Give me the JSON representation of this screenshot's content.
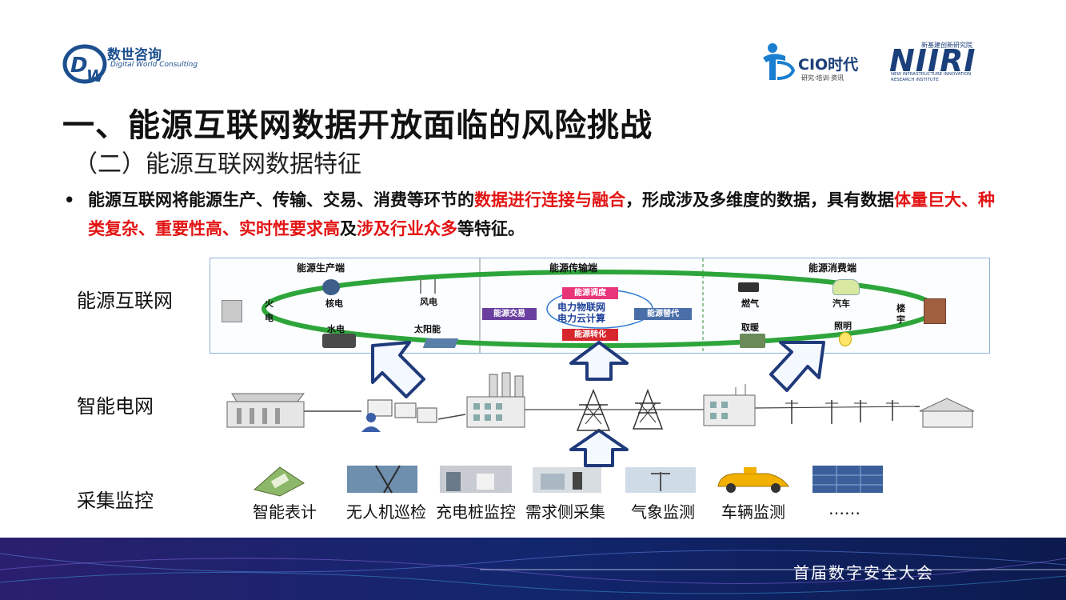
{
  "logos": {
    "dw": {
      "cn": "数世咨询",
      "en": "Digital World Consulting"
    },
    "cio": {
      "title": "CIO时代",
      "sub": "研究·培训·资讯"
    },
    "niiri": {
      "top": "新基建创新研究院",
      "mark": "NIIRI",
      "line1": "NEW INFRASTRUCTURE INNOVATION",
      "line2": "RESEARCH INSTITUTE"
    }
  },
  "title": "一、能源互联网数据开放面临的风险挑战",
  "subtitle": "（二）能源互联网数据特征",
  "bullet": {
    "dot": "•",
    "p1": "能源互联网将能源生产、传输、交易、消费等环节的",
    "r1": "数据进行连接与融合",
    "p2": "，形成涉及多维度的数据，具有数据",
    "r2": "体量巨大、种类复杂、重要性高、实时性要求高",
    "p3": "及",
    "r3": "涉及行业众多",
    "p4": "等特征。"
  },
  "rows": {
    "internet": "能源互联网",
    "grid": "智能电网",
    "monitor": "采集监控"
  },
  "diagram": {
    "sections": [
      "能源生产端",
      "能源传输端",
      "能源消费端"
    ],
    "production": {
      "fire1": "火",
      "fire2": "电",
      "nuclear": "核电",
      "wind": "风电",
      "hydro": "水电",
      "solar": "太阳能"
    },
    "transmission": {
      "dispatch": "能源调度",
      "trade": "能源交易",
      "iot1": "电力物联网",
      "iot2": "电力云计算",
      "substitute": "能源替代",
      "convert": "能源转化"
    },
    "consumption": {
      "gas": "燃气",
      "car": "汽车",
      "building1": "楼",
      "building2": "宇",
      "heating": "取暖",
      "lighting": "照明"
    }
  },
  "monitor_items": [
    "智能表计",
    "无人机巡检",
    "充电桩监控",
    "需求侧采集",
    "气象监测",
    "车辆监测",
    "……"
  ],
  "footer": "首届数字安全大会",
  "colors": {
    "accent_red": "#e31414",
    "ring_green": "#2ea53a",
    "footer_bg": "#141c52"
  }
}
